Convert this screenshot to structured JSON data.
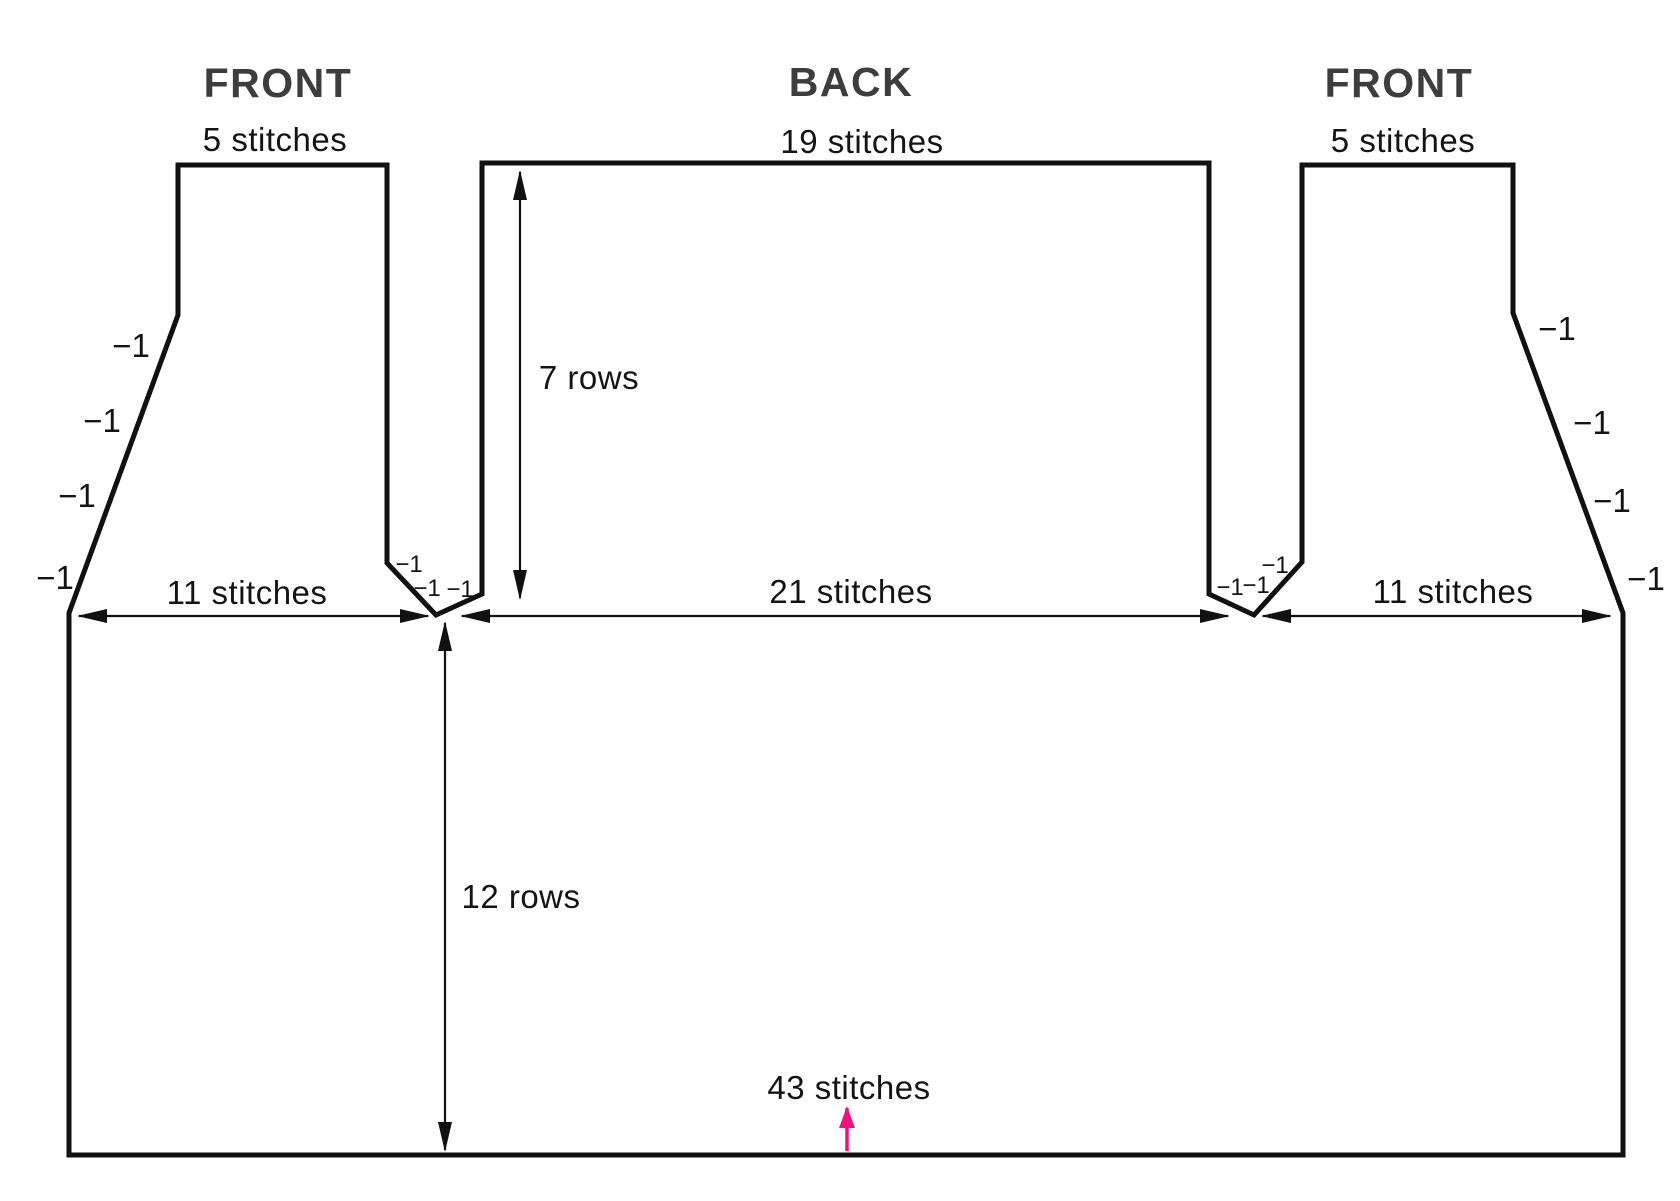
{
  "colors": {
    "outline": "#111111",
    "title": "#3d3d3d",
    "accent": "#ec137f"
  },
  "sections": [
    {
      "title": "FRONT",
      "stitches": "5 stitches"
    },
    {
      "title": "BACK",
      "stitches": "19 stitches"
    },
    {
      "title": "FRONT",
      "stitches": "5 stitches"
    }
  ],
  "measurements": {
    "armhole_depth": "7 rows",
    "lower_body_depth": "12 rows",
    "left_front_width": "11 stitches",
    "back_width": "21 stitches",
    "right_front_width": "11 stitches",
    "cast_on": "43 stitches"
  },
  "decrease_mark": "−1"
}
